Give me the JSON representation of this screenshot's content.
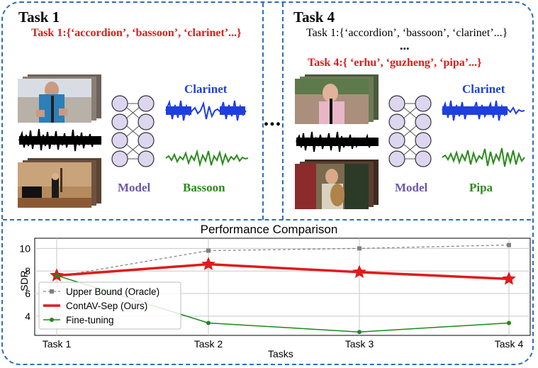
{
  "left_panel": {
    "title": "Task 1",
    "task_line": "Task 1:{‘accordion’, ‘bassoon’, ‘clarinet’...}",
    "model_label": "Model",
    "output_top": "Clarinet",
    "output_bottom": "Bassoon"
  },
  "right_panel": {
    "title": "Task 4",
    "prev_task_line": "Task 1:{‘accordion’, ‘bassoon’, ‘clarinet’...}",
    "ellipsis": "...",
    "task_line": "Task 4:{ ‘erhu’, ‘guzheng’, ‘pipa’...}",
    "model_label": "Model",
    "output_top": "Clarinet",
    "output_bottom": "Pipa"
  },
  "between_panels": "...",
  "colors": {
    "frame": "#2e6db8",
    "red": "#e01b1b",
    "blue": "#1f3fdc",
    "green": "#2b8a1c",
    "purple": "#6b57a8",
    "node_fill": "#dcd6ef"
  },
  "chart_data": {
    "type": "line",
    "title": "Performance Comparison",
    "xlabel": "Tasks",
    "ylabel": "SDR",
    "categories": [
      "Task 1",
      "Task 2",
      "Task 3",
      "Task 4"
    ],
    "yticks": [
      4,
      6,
      8,
      10
    ],
    "ylim": [
      2.3,
      10.9
    ],
    "grid": true,
    "legend_position": "bottom-left",
    "series": [
      {
        "name": "Upper Bound (Oracle)",
        "values": [
          7.5,
          9.8,
          10.0,
          10.3
        ],
        "color": "#808080",
        "style": "dashed",
        "marker": "square"
      },
      {
        "name": "ContAV-Sep (Ours)",
        "values": [
          7.6,
          8.6,
          7.9,
          7.3
        ],
        "color": "#e01b1b",
        "style": "solid-thick",
        "marker": "star"
      },
      {
        "name": "Fine-tuning",
        "values": [
          7.6,
          3.4,
          2.6,
          3.4
        ],
        "color": "#1a8a1a",
        "style": "solid",
        "marker": "circle"
      }
    ]
  }
}
